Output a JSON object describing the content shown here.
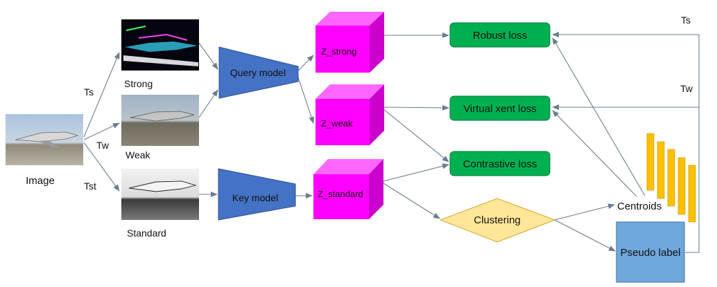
{
  "input": {
    "label": "Image"
  },
  "transforms": {
    "ts": "Ts",
    "tw": "Tw",
    "tst": "Tst"
  },
  "views": {
    "strong": "Strong",
    "weak": "Weak",
    "standard": "Standard"
  },
  "models": {
    "query": "Query model",
    "key": "Key model"
  },
  "embeddings": {
    "strong": "Z_strong",
    "weak": "Z_weak",
    "standard": "Z_standard"
  },
  "losses": {
    "robust": "Robust loss",
    "virtual_xent": "Virtual xent loss",
    "contrastive": "Contrastive loss"
  },
  "clustering": {
    "label": "Clustering"
  },
  "centroids": {
    "label": "Centroids"
  },
  "pseudo_label": {
    "label": "Pseudo label"
  },
  "feedback": {
    "ts": "Ts",
    "tw": "Tw"
  },
  "colors": {
    "model": "#4472c4",
    "embedding_front": "#ff00ff",
    "embedding_top": "#ff66ff",
    "embedding_side": "#cc00cc",
    "loss": "#00b050",
    "clustering": "#ffe699",
    "pseudo_label": "#6fa8dc",
    "centroid_bar": "#ffc000",
    "edge": "#6b7d8f"
  }
}
